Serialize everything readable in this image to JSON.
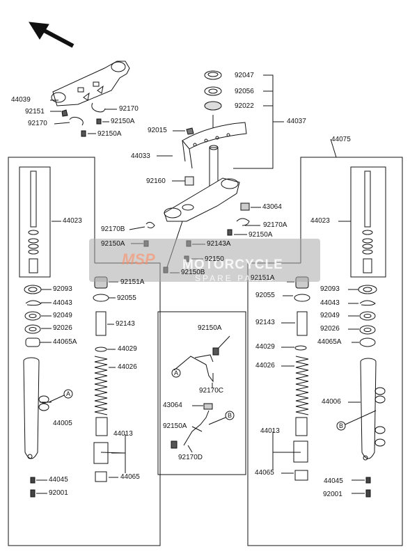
{
  "labels": {
    "p92047": "92047",
    "p92056": "92056",
    "p92022": "92022",
    "p44037": "44037",
    "p44039": "44039",
    "p92151": "92151",
    "p92170_a": "92170",
    "p92170_b": "92170",
    "p92150A_a": "92150A",
    "p92150A_b": "92150A",
    "p92015": "92015",
    "p44033": "44033",
    "p44075": "44075",
    "p92160": "92160",
    "p43064_a": "43064",
    "p44023_l": "44023",
    "p44023_r": "44023",
    "p92170B": "92170B",
    "p92170A_top": "92170A",
    "p92150A_c": "92150A",
    "p92150A_d": "92150A",
    "p92143A": "92143A",
    "p92150": "92150",
    "p92150B": "92150B",
    "p92093_l": "92093",
    "p92151A_l": "92151A",
    "p92151A_r": "92151A",
    "p92093_r": "92093",
    "p44043_l": "44043",
    "p92055_l": "92055",
    "p92055_r": "92055",
    "p44043_r": "44043",
    "p92049_l": "92049",
    "p92049_r": "92049",
    "p92143_l": "92143",
    "p92143_r": "92143",
    "p92026_l": "92026",
    "p92026_r": "92026",
    "p92150A_e": "92150A",
    "p44065A_l": "44065A",
    "p44065A_r": "44065A",
    "p44029_l": "44029",
    "p44029_r": "44029",
    "p44026_l": "44026",
    "p44026_r": "44026",
    "p92170C": "92170C",
    "p43064_b": "43064",
    "p44006": "44006",
    "p44005": "44005",
    "p92150A_f": "92150A",
    "p44013_l": "44013",
    "p44013_r": "44013",
    "p92170D": "92170D",
    "p44065_l": "44065",
    "p44065_r": "44065",
    "p44045_l": "44045",
    "p44045_r": "44045",
    "p92001_l": "92001",
    "p92001_r": "92001"
  },
  "refs": {
    "a1": "A",
    "a2": "A",
    "b1": "B",
    "b2": "B"
  },
  "watermark": {
    "logo": "MSP",
    "line1": "MOTORCYCLE",
    "line2": "SPARE PARTS"
  }
}
